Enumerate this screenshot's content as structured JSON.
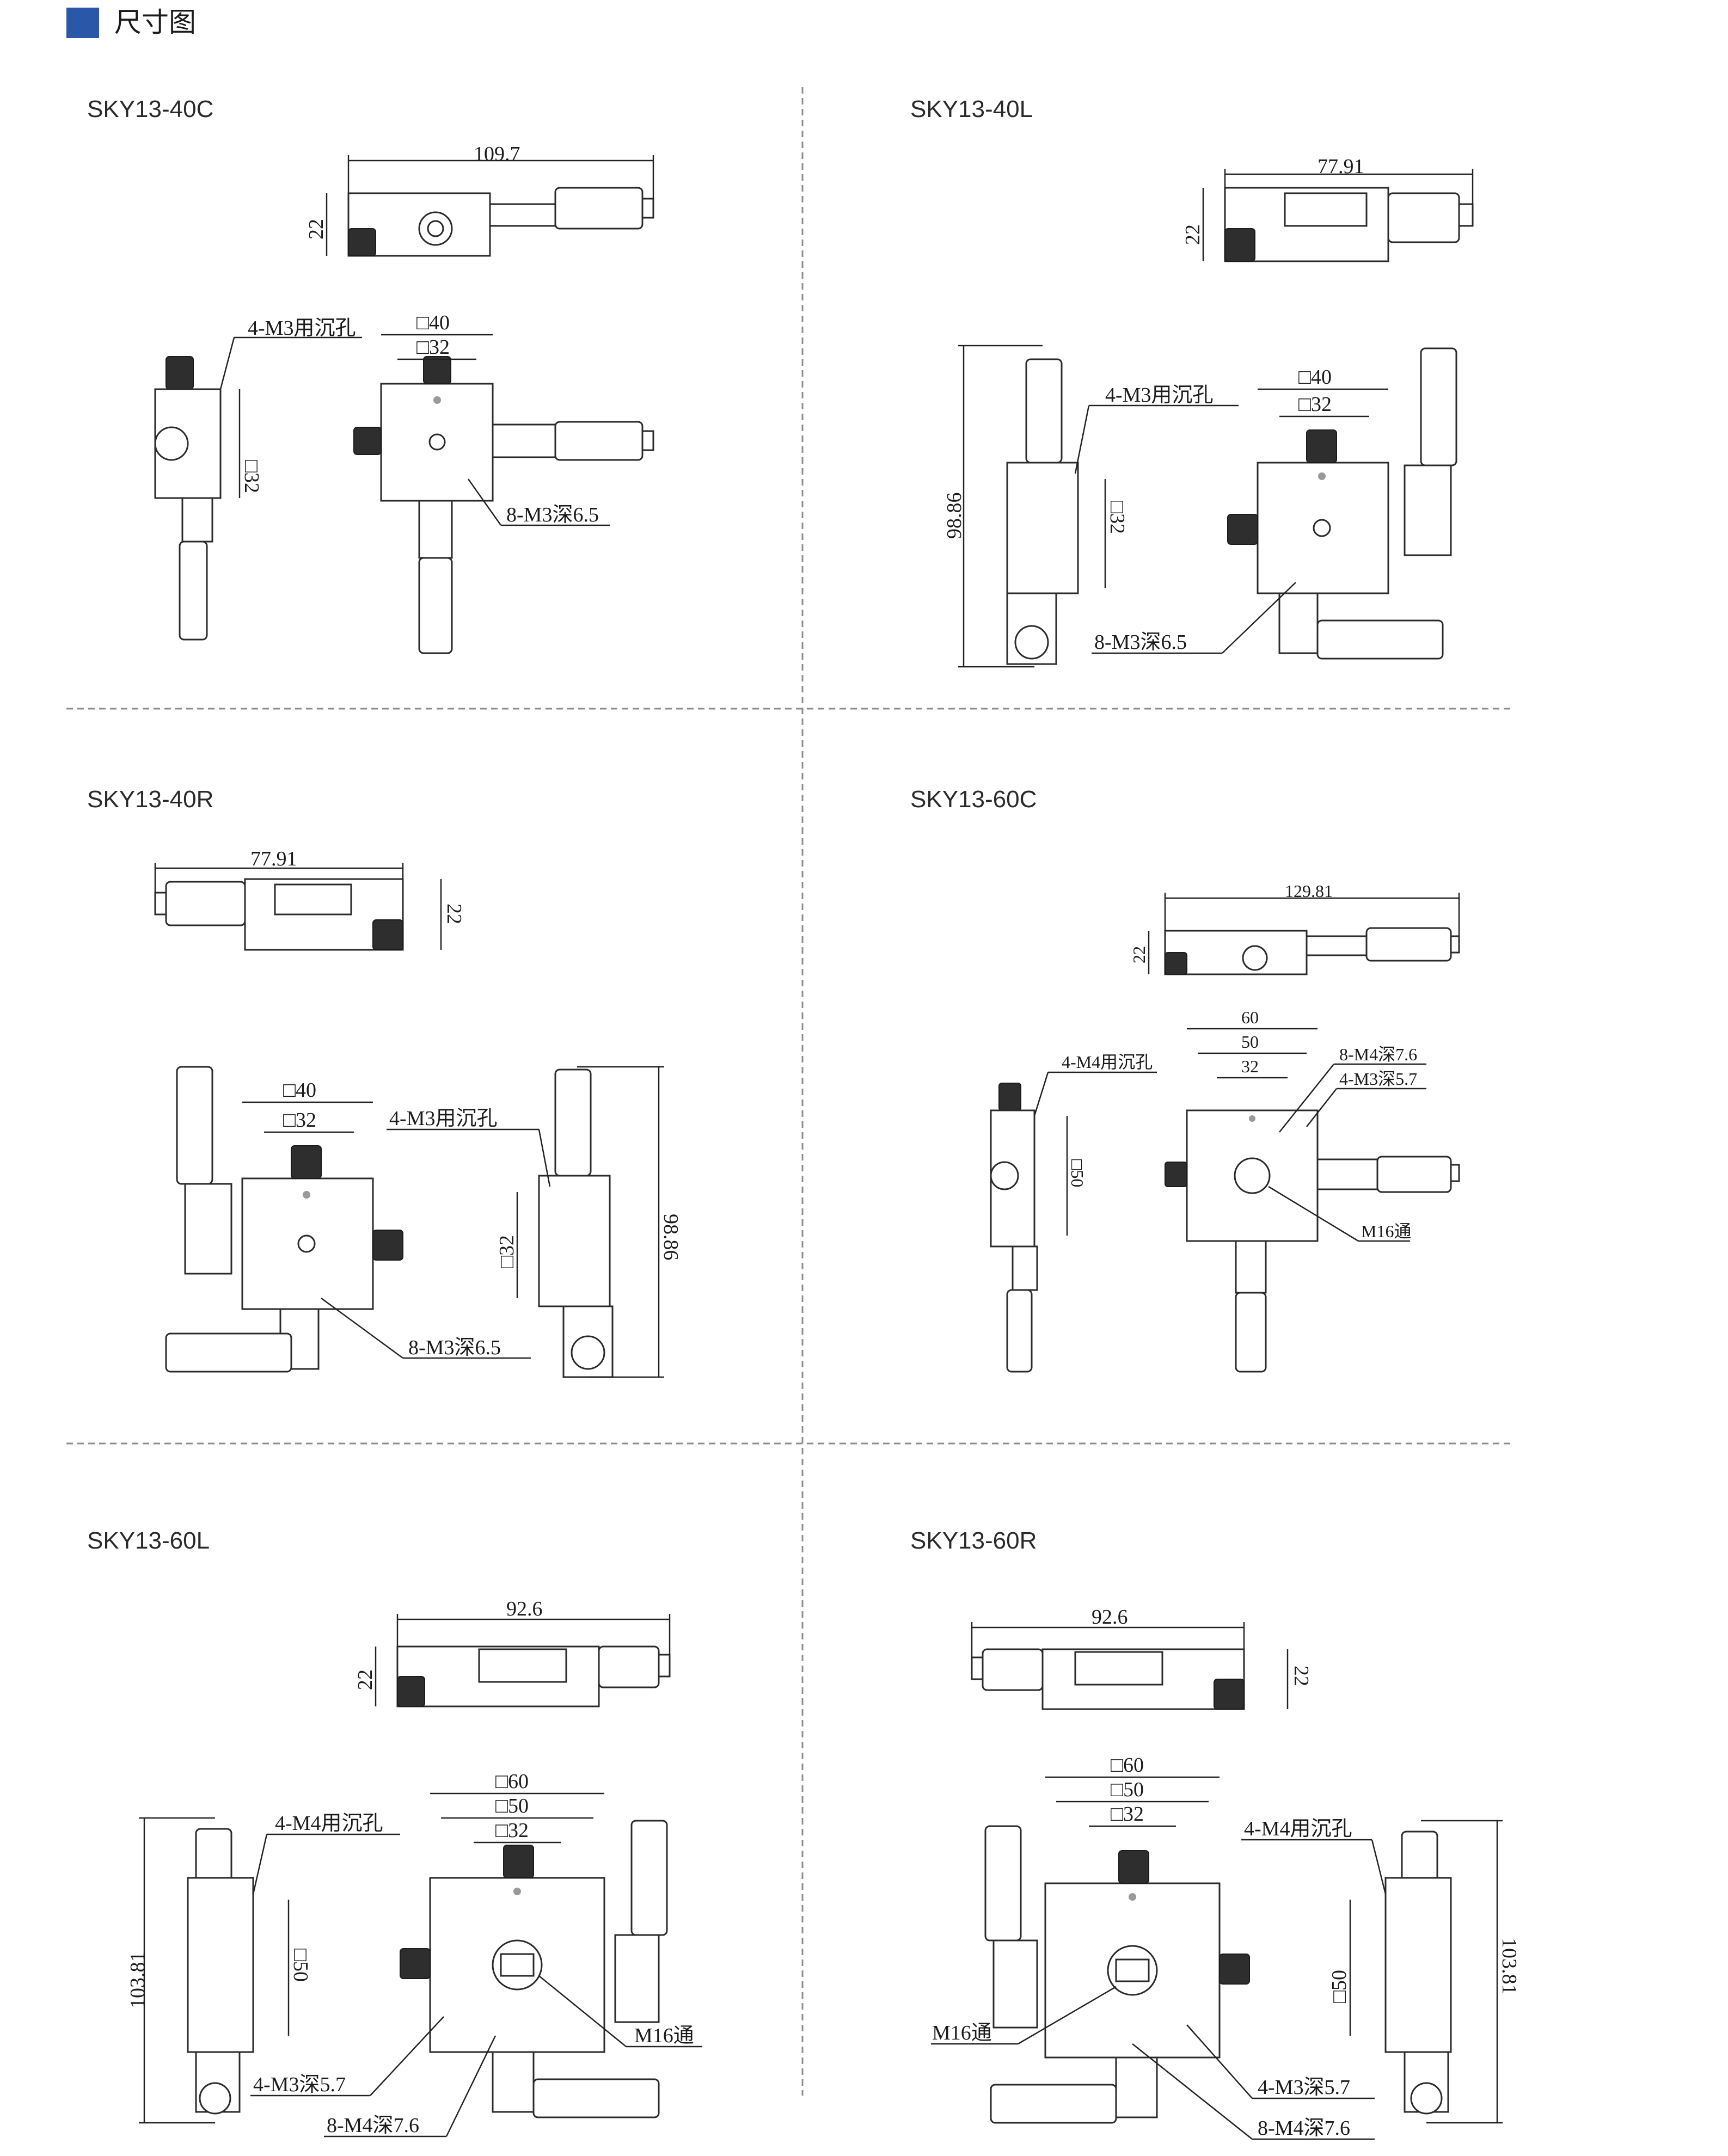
{
  "page_title": "尺寸图",
  "colors": {
    "accent": "#2a57a8",
    "line": "#2b2b2b",
    "separator": "#8c8c8c"
  },
  "models": [
    {
      "name": "SKY13-40C",
      "top_width": "109.7",
      "top_height": "22",
      "outer": "□40",
      "inner": "□32",
      "side": "□32",
      "note_counterbore": "4-M3用沉孔",
      "note_tap": "8-M3深6.5"
    },
    {
      "name": "SKY13-40L",
      "top_width": "77.91",
      "top_height": "22",
      "outer": "□40",
      "inner": "□32",
      "side": "□32",
      "overall": "98.86",
      "note_counterbore": "4-M3用沉孔",
      "note_tap": "8-M3深6.5"
    },
    {
      "name": "SKY13-40R",
      "top_width": "77.91",
      "top_height": "22",
      "outer": "□40",
      "inner": "□32",
      "side": "□32",
      "overall": "98.86",
      "note_counterbore": "4-M3用沉孔",
      "note_tap": "8-M3深6.5"
    },
    {
      "name": "SKY13-60C",
      "top_width": "129.81",
      "top_height": "22",
      "outer": "60",
      "mid": "50",
      "inner": "32",
      "side": "□50",
      "note_counterbore": "4-M4用沉孔",
      "note_tap": "8-M4深7.6",
      "note_tap2": "4-M3深5.7",
      "note_thru": "M16通"
    },
    {
      "name": "SKY13-60L",
      "top_width": "92.6",
      "top_height": "22",
      "outer": "□60",
      "mid": "□50",
      "inner": "□32",
      "side": "□50",
      "overall": "103.81",
      "note_counterbore": "4-M4用沉孔",
      "note_tap": "8-M4深7.6",
      "note_tap2": "4-M3深5.7",
      "note_thru": "M16通"
    },
    {
      "name": "SKY13-60R",
      "top_width": "92.6",
      "top_height": "22",
      "outer": "□60",
      "mid": "□50",
      "inner": "□32",
      "side": "□50",
      "overall": "103.81",
      "note_counterbore": "4-M4用沉孔",
      "note_tap": "8-M4深7.6",
      "note_tap2": "4-M3深5.7",
      "note_thru": "M16通"
    }
  ]
}
